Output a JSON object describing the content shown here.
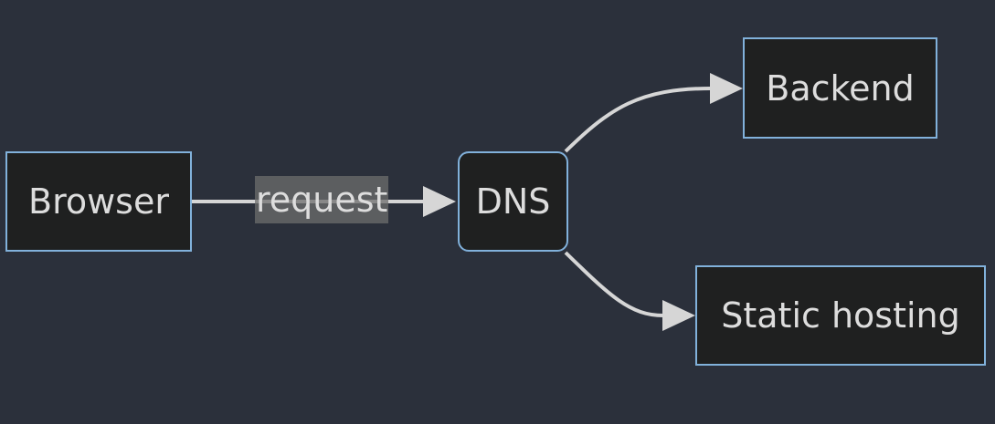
{
  "diagram": {
    "nodes": {
      "browser": {
        "label": "Browser"
      },
      "dns": {
        "label": "DNS"
      },
      "backend": {
        "label": "Backend"
      },
      "static": {
        "label": "Static hosting"
      }
    },
    "edges": [
      {
        "from": "Browser",
        "to": "DNS",
        "label": "request"
      },
      {
        "from": "DNS",
        "to": "Backend",
        "label": ""
      },
      {
        "from": "DNS",
        "to": "Static hosting",
        "label": ""
      }
    ]
  },
  "colors": {
    "background": "#2b303b",
    "node_fill": "#1f2020",
    "node_border": "#81b1db",
    "text": "#dddddd",
    "edge": "#d6d6d6"
  }
}
